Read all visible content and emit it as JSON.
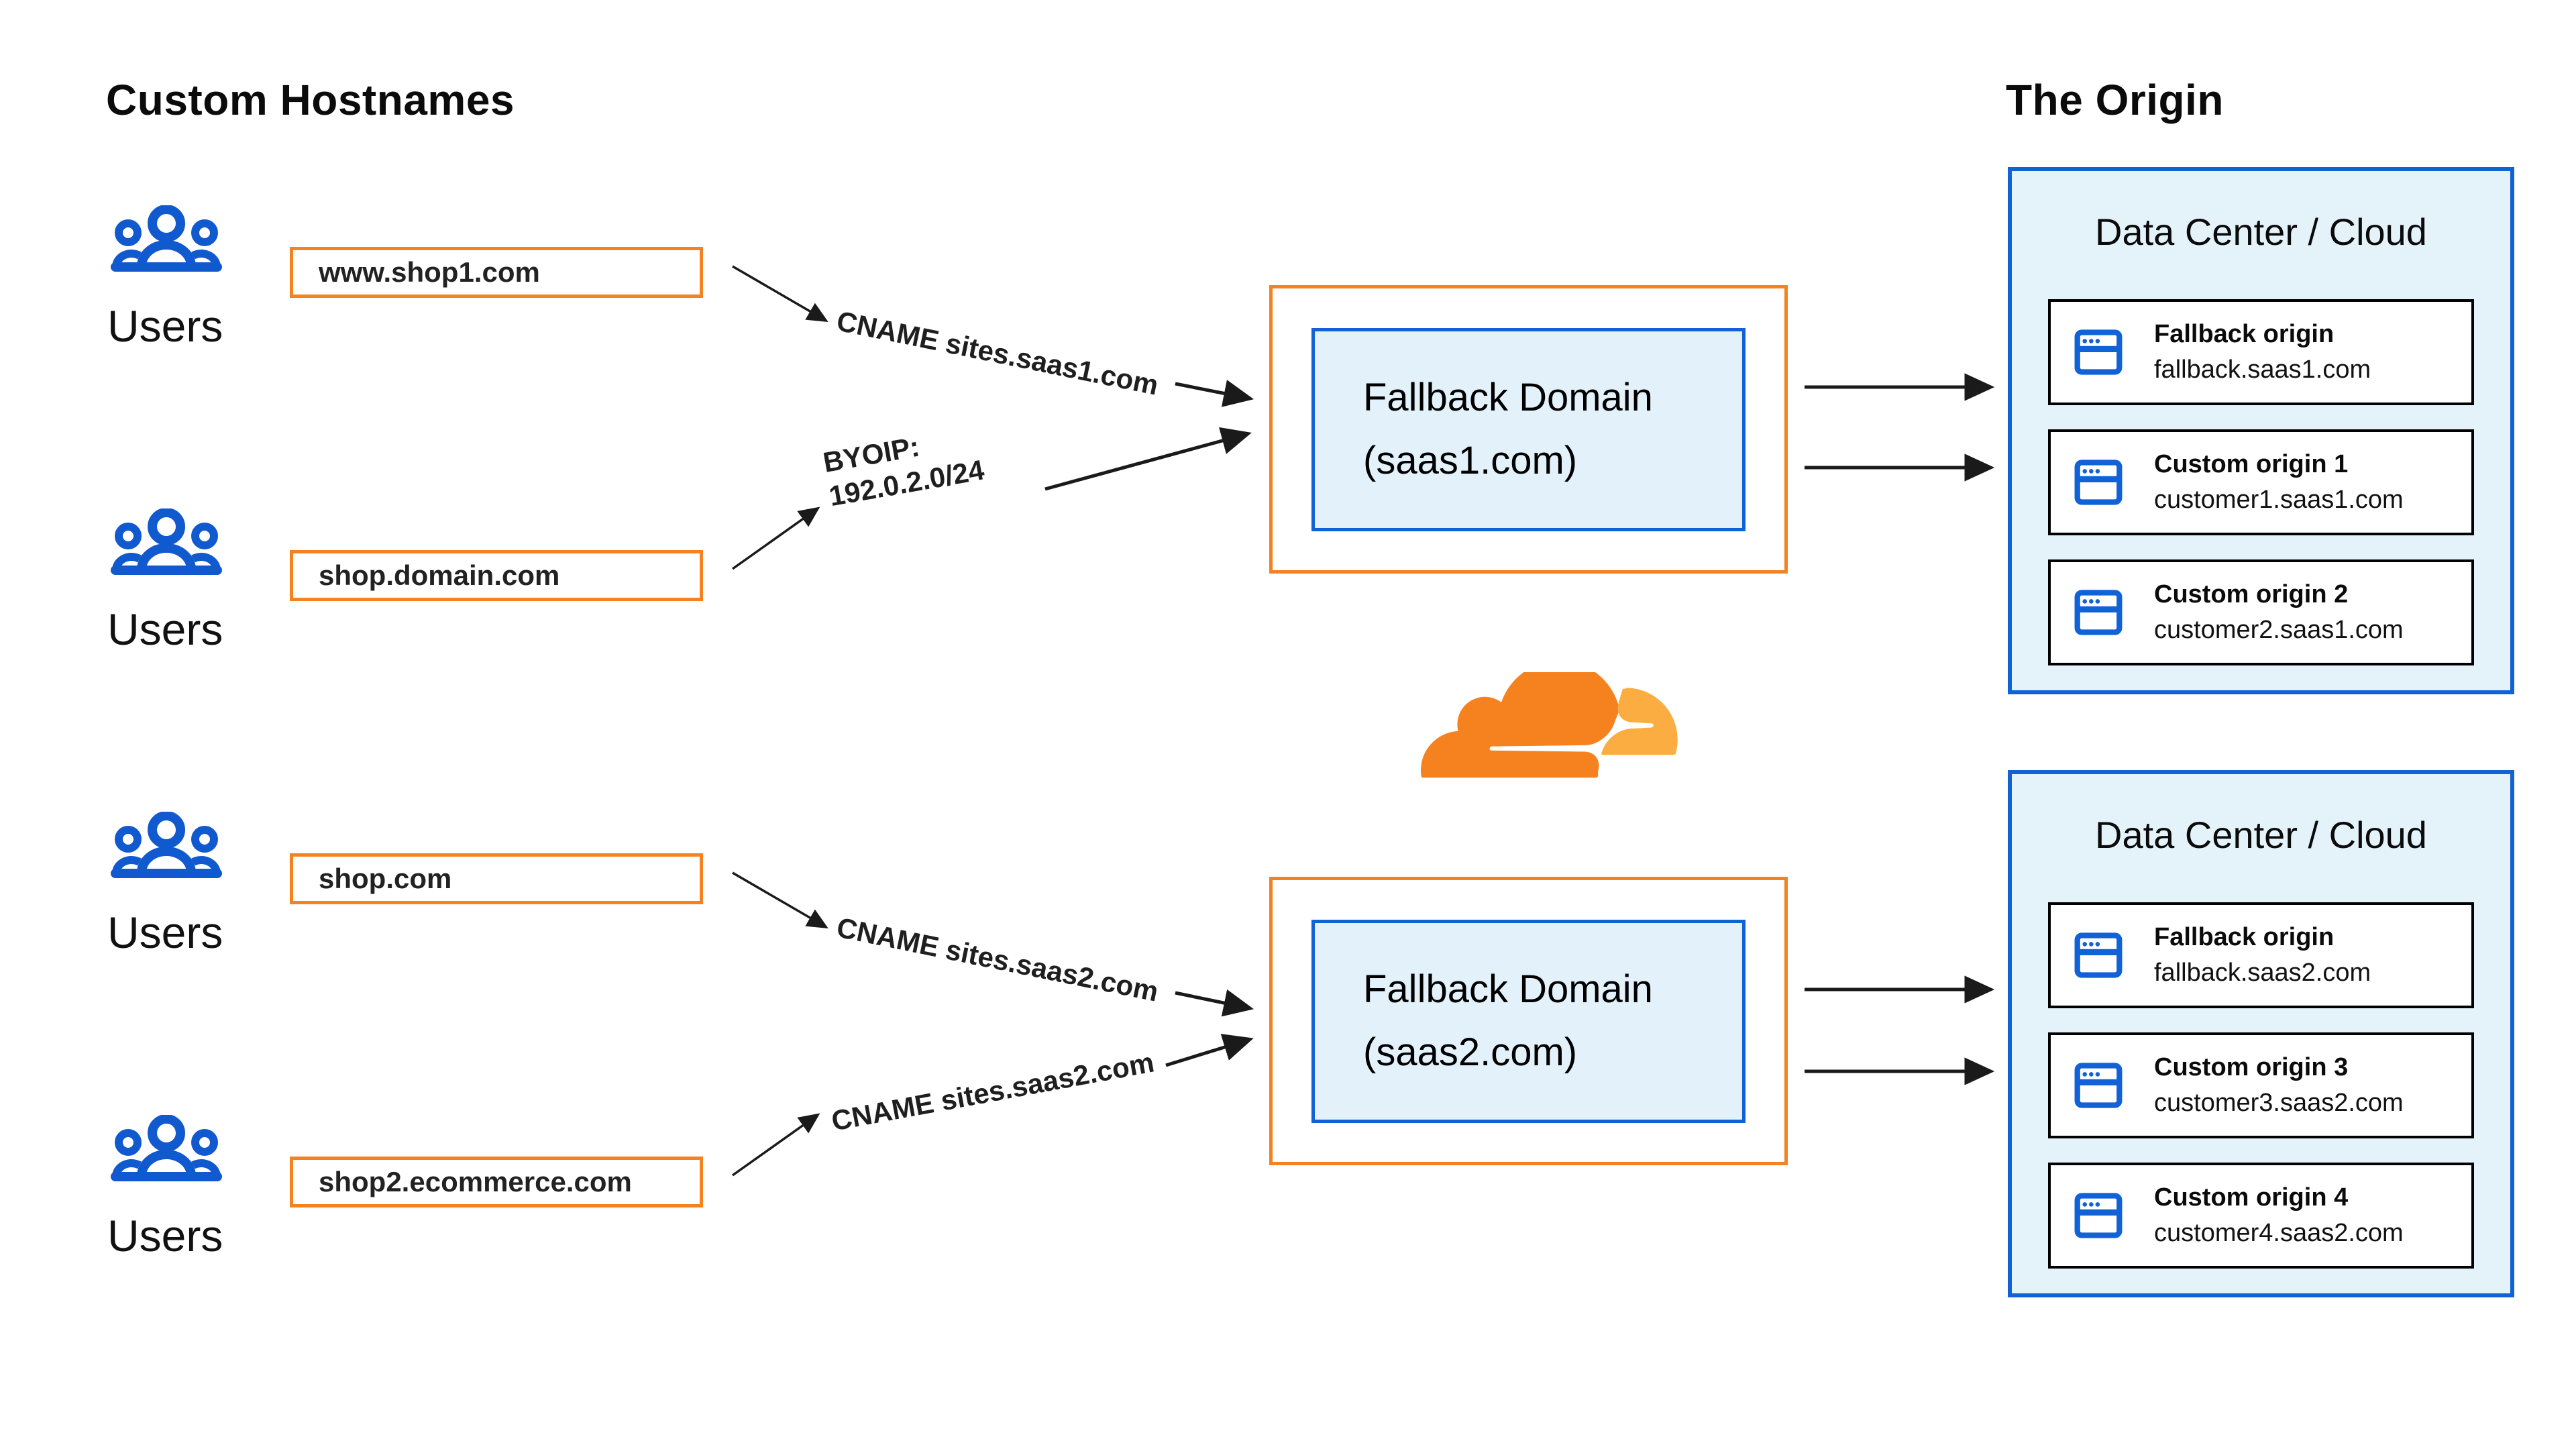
{
  "colors": {
    "accent_orange": "#F6821F",
    "accent_blue": "#1262D7",
    "panel_light_blue": "#E4F2FA",
    "arrow_black": "#1a1a1a",
    "logo_orange": "#F6821F",
    "logo_light_orange": "#FBAD41"
  },
  "icons": {
    "users": "users-icon",
    "browser": "browser-window-icon",
    "logo": "cloudflare-logo"
  },
  "left_column": {
    "title": "Custom Hostnames",
    "users_label": "Users",
    "hostnames": [
      "www.shop1.com",
      "shop.domain.com",
      "shop.com",
      "shop2.ecommerce.com"
    ]
  },
  "connections": {
    "row1_label": "CNAME sites.saas1.com",
    "row2_label_line1": "BYOIP:",
    "row2_label_line2": "192.0.2.0/24",
    "row3_label": "CNAME sites.saas2.com",
    "row4_label": "CNAME sites.saas2.com"
  },
  "fallback_domains": [
    {
      "line1": "Fallback Domain",
      "line2": "(saas1.com)"
    },
    {
      "line1": "Fallback Domain",
      "line2": "(saas2.com)"
    }
  ],
  "origin": {
    "title": "The Origin",
    "datacenters": [
      {
        "title": "Data Center / Cloud",
        "origins": [
          {
            "name": "Fallback origin",
            "host": "fallback.saas1.com"
          },
          {
            "name": "Custom origin 1",
            "host": "customer1.saas1.com"
          },
          {
            "name": "Custom origin 2",
            "host": "customer2.saas1.com"
          }
        ]
      },
      {
        "title": "Data Center / Cloud",
        "origins": [
          {
            "name": "Fallback origin",
            "host": "fallback.saas2.com"
          },
          {
            "name": "Custom origin 3",
            "host": "customer3.saas2.com"
          },
          {
            "name": "Custom origin 4",
            "host": "customer4.saas2.com"
          }
        ]
      }
    ]
  }
}
